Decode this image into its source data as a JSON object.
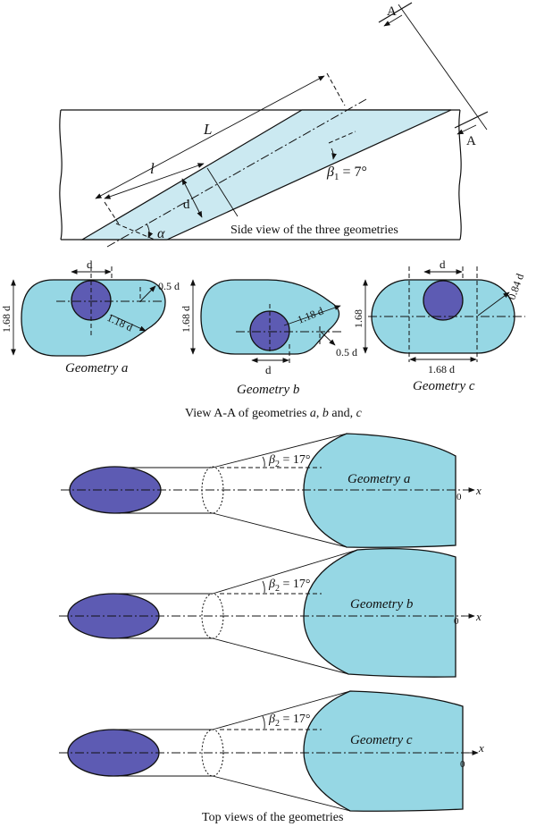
{
  "side_view": {
    "caption": "Side view of the three geometries",
    "label_L": "L",
    "label_l": "l",
    "label_d": "d",
    "label_alpha": "α",
    "beta1_symbol": "β",
    "beta1_sub": "1",
    "beta1_value": " = 7°",
    "section_mark": "A"
  },
  "view_aa": {
    "caption_prefix": "View A-A of geometries ",
    "caption_a": "a",
    "caption_sep1": ", ",
    "caption_b": "b",
    "caption_sep2": " and, ",
    "caption_c": "c",
    "geometry_a": {
      "label": "Geometry a",
      "d": "d",
      "height": "1.68 d",
      "radius": "1.18 d",
      "offset": "0.5 d"
    },
    "geometry_b": {
      "label": "Geometry b",
      "d": "d",
      "height": "1.68 d",
      "radius": "1.18 d",
      "offset": "0.5 d"
    },
    "geometry_c": {
      "label": "Geometry c",
      "d": "d",
      "height": "1.68",
      "radius": "0.84 d",
      "width": "1.68 d"
    }
  },
  "top_views": {
    "caption": "Top views of the geometries",
    "beta2_symbol": "β",
    "beta2_sub": "2",
    "beta2_value": " = 17°",
    "axis_x": "x",
    "axis_zero": "0",
    "items": [
      {
        "label": "Geometry a"
      },
      {
        "label": "Geometry b"
      },
      {
        "label": "Geometry c"
      }
    ]
  },
  "colors": {
    "cyan_fill": "#96d7e4",
    "light_cyan_fill": "#cbe9f1",
    "purple_fill": "#5d5bb3"
  }
}
